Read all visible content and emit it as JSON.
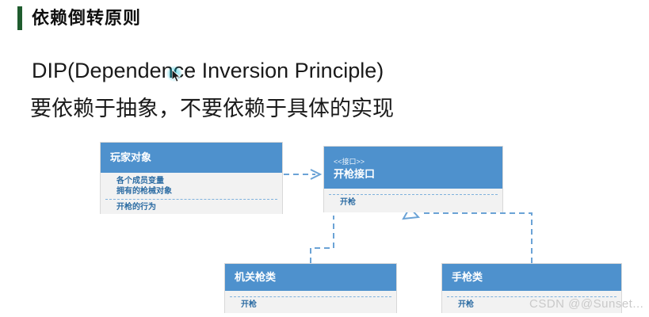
{
  "slide": {
    "title": "依赖倒转原则",
    "title_accent_color": "#1f5c2e",
    "line1": "DIP(Dependence Inversion Principle)",
    "line2": "要依赖于抽象，不要依赖于具体的实现",
    "watermark": "CSDN @@Sunset..."
  },
  "theme": {
    "header_fill": "#4e91cd",
    "body_fill": "#f2f2f2",
    "text_blue": "#2c6ca3",
    "connector_blue": "#6ba3d6",
    "border": "#d8d8d8"
  },
  "diagram": {
    "type": "uml-class-diagram",
    "boxes": [
      {
        "id": "player",
        "stereotype": "",
        "name": "玩家对象",
        "attributes": [
          "各个成员变量",
          "拥有的枪械对象"
        ],
        "operations": [
          "开枪的行为"
        ]
      },
      {
        "id": "interface",
        "stereotype": "<<接口>>",
        "name": "开枪接口",
        "attributes": [],
        "operations": [
          "开枪"
        ]
      },
      {
        "id": "machinegun",
        "stereotype": "",
        "name": "机关枪类",
        "attributes": [],
        "operations": [
          "开枪"
        ]
      },
      {
        "id": "pistol",
        "stereotype": "",
        "name": "手枪类",
        "attributes": [],
        "operations": [
          "开枪"
        ]
      }
    ],
    "connectors": [
      {
        "from": "player",
        "to": "interface",
        "kind": "dependency",
        "style": "dashed-open-arrow"
      },
      {
        "from": "machinegun",
        "to": "interface",
        "kind": "realization",
        "style": "dashed-hollow-triangle"
      },
      {
        "from": "pistol",
        "to": "interface",
        "kind": "realization",
        "style": "dashed-hollow-triangle"
      }
    ]
  },
  "cursor": {
    "label": "mouse-pointer"
  }
}
